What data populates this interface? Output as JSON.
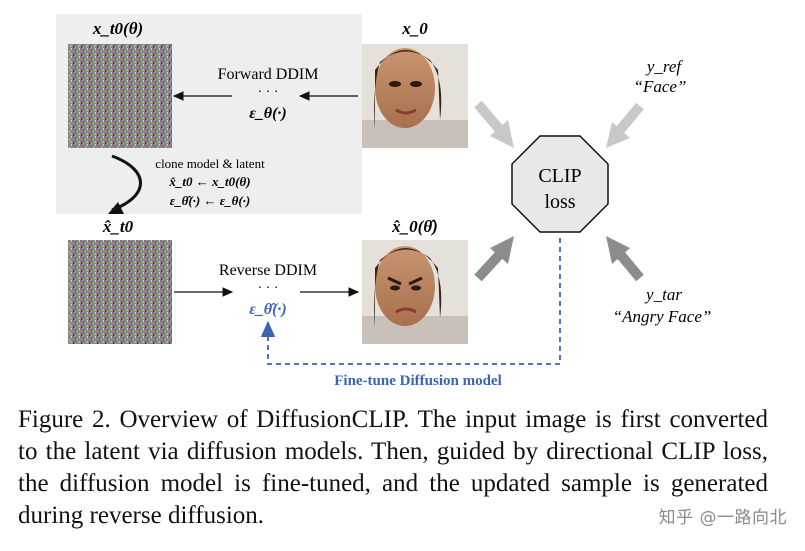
{
  "figure": {
    "top_latent_label": "x_t0(θ)",
    "source_label": "x_0",
    "forward_label": "Forward DDIM",
    "forward_eps": "ε_θ(·)",
    "clone_line1": "clone model & latent",
    "clone_line2": "x̂_t0 ← x_t0(θ)",
    "clone_line3": "ε_θ̂(·) ← ε_θ(·)",
    "bottom_latent_label": "x̂_t0",
    "output_label": "x̂_0(θ̂)",
    "reverse_label": "Reverse DDIM",
    "reverse_eps": "ε_θ̂(·)",
    "clip_label_1": "CLIP",
    "clip_label_2": "loss",
    "yref_symbol": "y_ref",
    "yref_text": "“Face”",
    "ytar_symbol": "y_tar",
    "ytar_text": "“Angry Face”",
    "finetune_label": "Fine-tune Diffusion model",
    "colors": {
      "blue": "#3c64b4",
      "gray_arrow": "#c8c8c8",
      "dark_gray_arrow": "#8c8c8c",
      "panel_bg": "#eeeeee"
    }
  },
  "caption": {
    "label": "Figure 2.",
    "text": "Overview of DiffusionCLIP. The input image is first converted to the latent via diffusion models.  Then, guided by directional CLIP loss, the diffusion model is fine-tuned, and the updated sample is generated during reverse diffusion."
  },
  "watermark": "知乎 @一路向北"
}
